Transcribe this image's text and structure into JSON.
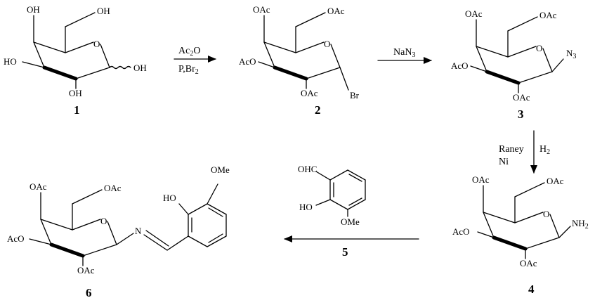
{
  "compounds": [
    {
      "id": "c1",
      "number": "1",
      "labels": [
        "OH",
        "OH",
        "HO",
        "OH",
        "OH",
        "O"
      ]
    },
    {
      "id": "c2",
      "number": "2",
      "labels": [
        "OAc",
        "OAc",
        "AcO",
        "OAc",
        "Br",
        "O"
      ]
    },
    {
      "id": "c3",
      "number": "3",
      "labels": [
        "OAc",
        "OAc",
        "AcO",
        "OAc",
        "N3",
        "O"
      ]
    },
    {
      "id": "c4",
      "number": "4",
      "labels": [
        "OAc",
        "OAc",
        "AcO",
        "OAc",
        "NH2",
        "O"
      ]
    },
    {
      "id": "c6",
      "number": "6",
      "labels": [
        "OAc",
        "OAc",
        "AcO",
        "OAc",
        "N",
        "O"
      ]
    }
  ],
  "aldehyde": {
    "number": "5",
    "labels": [
      "OHC",
      "HO",
      "OMe"
    ]
  },
  "phenol": {
    "labels": [
      "OMe",
      "HO"
    ]
  },
  "reactions": {
    "r1": {
      "line1": "Ac2O",
      "line2": "P,Br2"
    },
    "r2": {
      "line1": "NaN3"
    },
    "r3": {
      "line1": "Raney",
      "line2": "Ni",
      "line3": "H2"
    }
  }
}
